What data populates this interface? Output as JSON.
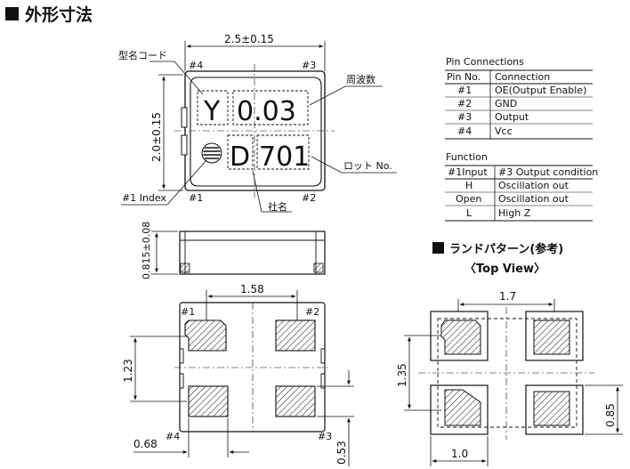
{
  "title": "外形寸法",
  "pkg": {
    "width_dim": "2.5±0.15",
    "height_dim": "2.0±0.15",
    "pin1": "#1",
    "pin2": "#2",
    "pin3": "#3",
    "pin4": "#4",
    "marking_top": "Y 0.03",
    "marking_top_y": "Y",
    "marking_top_f": "0.03",
    "marking_bot_d": "D",
    "marking_bot_lot": "701",
    "label_model": "型名コード",
    "label_freq": "周波数",
    "label_lot": "ロット No.",
    "label_index": "#1 Index",
    "label_company": "社名"
  },
  "side": {
    "height_dim": "0.815±0.08"
  },
  "bottom": {
    "pad_pitch_x": "1.58",
    "pad_pitch_y": "1.23",
    "pad_w": "0.68",
    "pad_h": "0.53",
    "pin1": "#1",
    "pin2": "#2",
    "pin3": "#3",
    "pin4": "#4"
  },
  "land": {
    "title": "ランドパターン(参考)",
    "subtitle": "〈Top View〉",
    "pitch_x": "1.7",
    "pitch_y": "1.35",
    "pad_w": "1.0",
    "pad_h": "0.85"
  },
  "pin_table": {
    "caption": "Pin Connections",
    "headers": [
      "Pin No.",
      "Connection"
    ],
    "rows": [
      [
        "#1",
        "OE(Output Enable)"
      ],
      [
        "#2",
        "GND"
      ],
      [
        "#3",
        "Output"
      ],
      [
        "#4",
        "Vcc"
      ]
    ]
  },
  "func_table": {
    "caption": "Function",
    "headers": [
      "#1Input",
      "#3 Output condition"
    ],
    "rows": [
      [
        "H",
        "Oscillation out"
      ],
      [
        "Open",
        "Oscillation out"
      ],
      [
        "L",
        "High Z"
      ]
    ]
  },
  "colors": {
    "ink": "#111111",
    "hatch": "#222222"
  }
}
